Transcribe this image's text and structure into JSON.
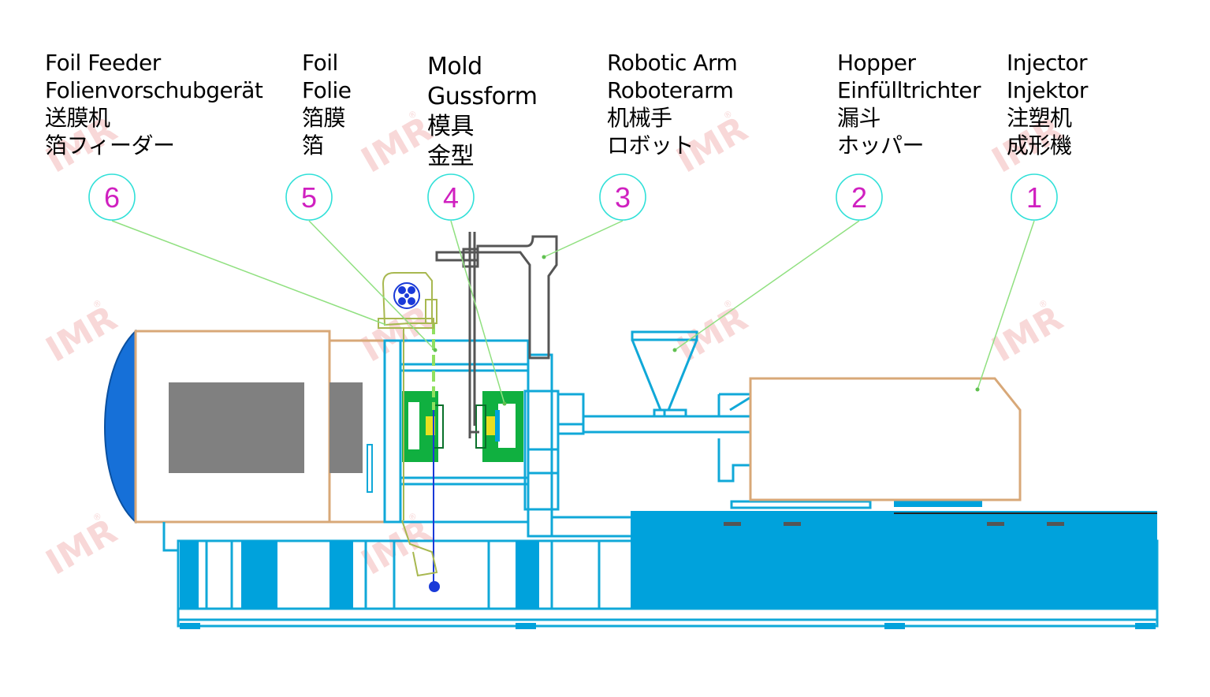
{
  "labels": [
    {
      "number": "6",
      "lines": [
        "Foil Feeder",
        "Folienvorschubgerät",
        "送膜机",
        "箔フィーダー"
      ]
    },
    {
      "number": "5",
      "lines": [
        "Foil",
        "Folie",
        "箔膜",
        "箔"
      ]
    },
    {
      "number": "4",
      "lines": [
        "Mold",
        "Gussform",
        "模具",
        "金型"
      ]
    },
    {
      "number": "3",
      "lines": [
        "Robotic Arm",
        "Roboterarm",
        "机械手",
        "ロボット"
      ]
    },
    {
      "number": "2",
      "lines": [
        "Hopper",
        "Einfülltrichter",
        "漏斗",
        "ホッパー"
      ]
    },
    {
      "number": "1",
      "lines": [
        "Injector",
        "Injektor",
        "注塑机",
        "成形機"
      ]
    }
  ],
  "watermark": {
    "text": "IMR",
    "registered": "®"
  },
  "colors": {
    "machine_blue": "#00a2dc",
    "outline_blue": "#10a8d8",
    "housing_tan": "#d8a878",
    "dome_blue": "#1670d8",
    "panel_gray": "#808080",
    "mold_green": "#10b040",
    "foil_green": "#90e060",
    "leader_green": "#90e080",
    "callout_cyan": "#30e0d8",
    "callout_number": "#d020c0",
    "feeder_olive": "#a8b850",
    "watermark_red": "#f2b8b8"
  }
}
